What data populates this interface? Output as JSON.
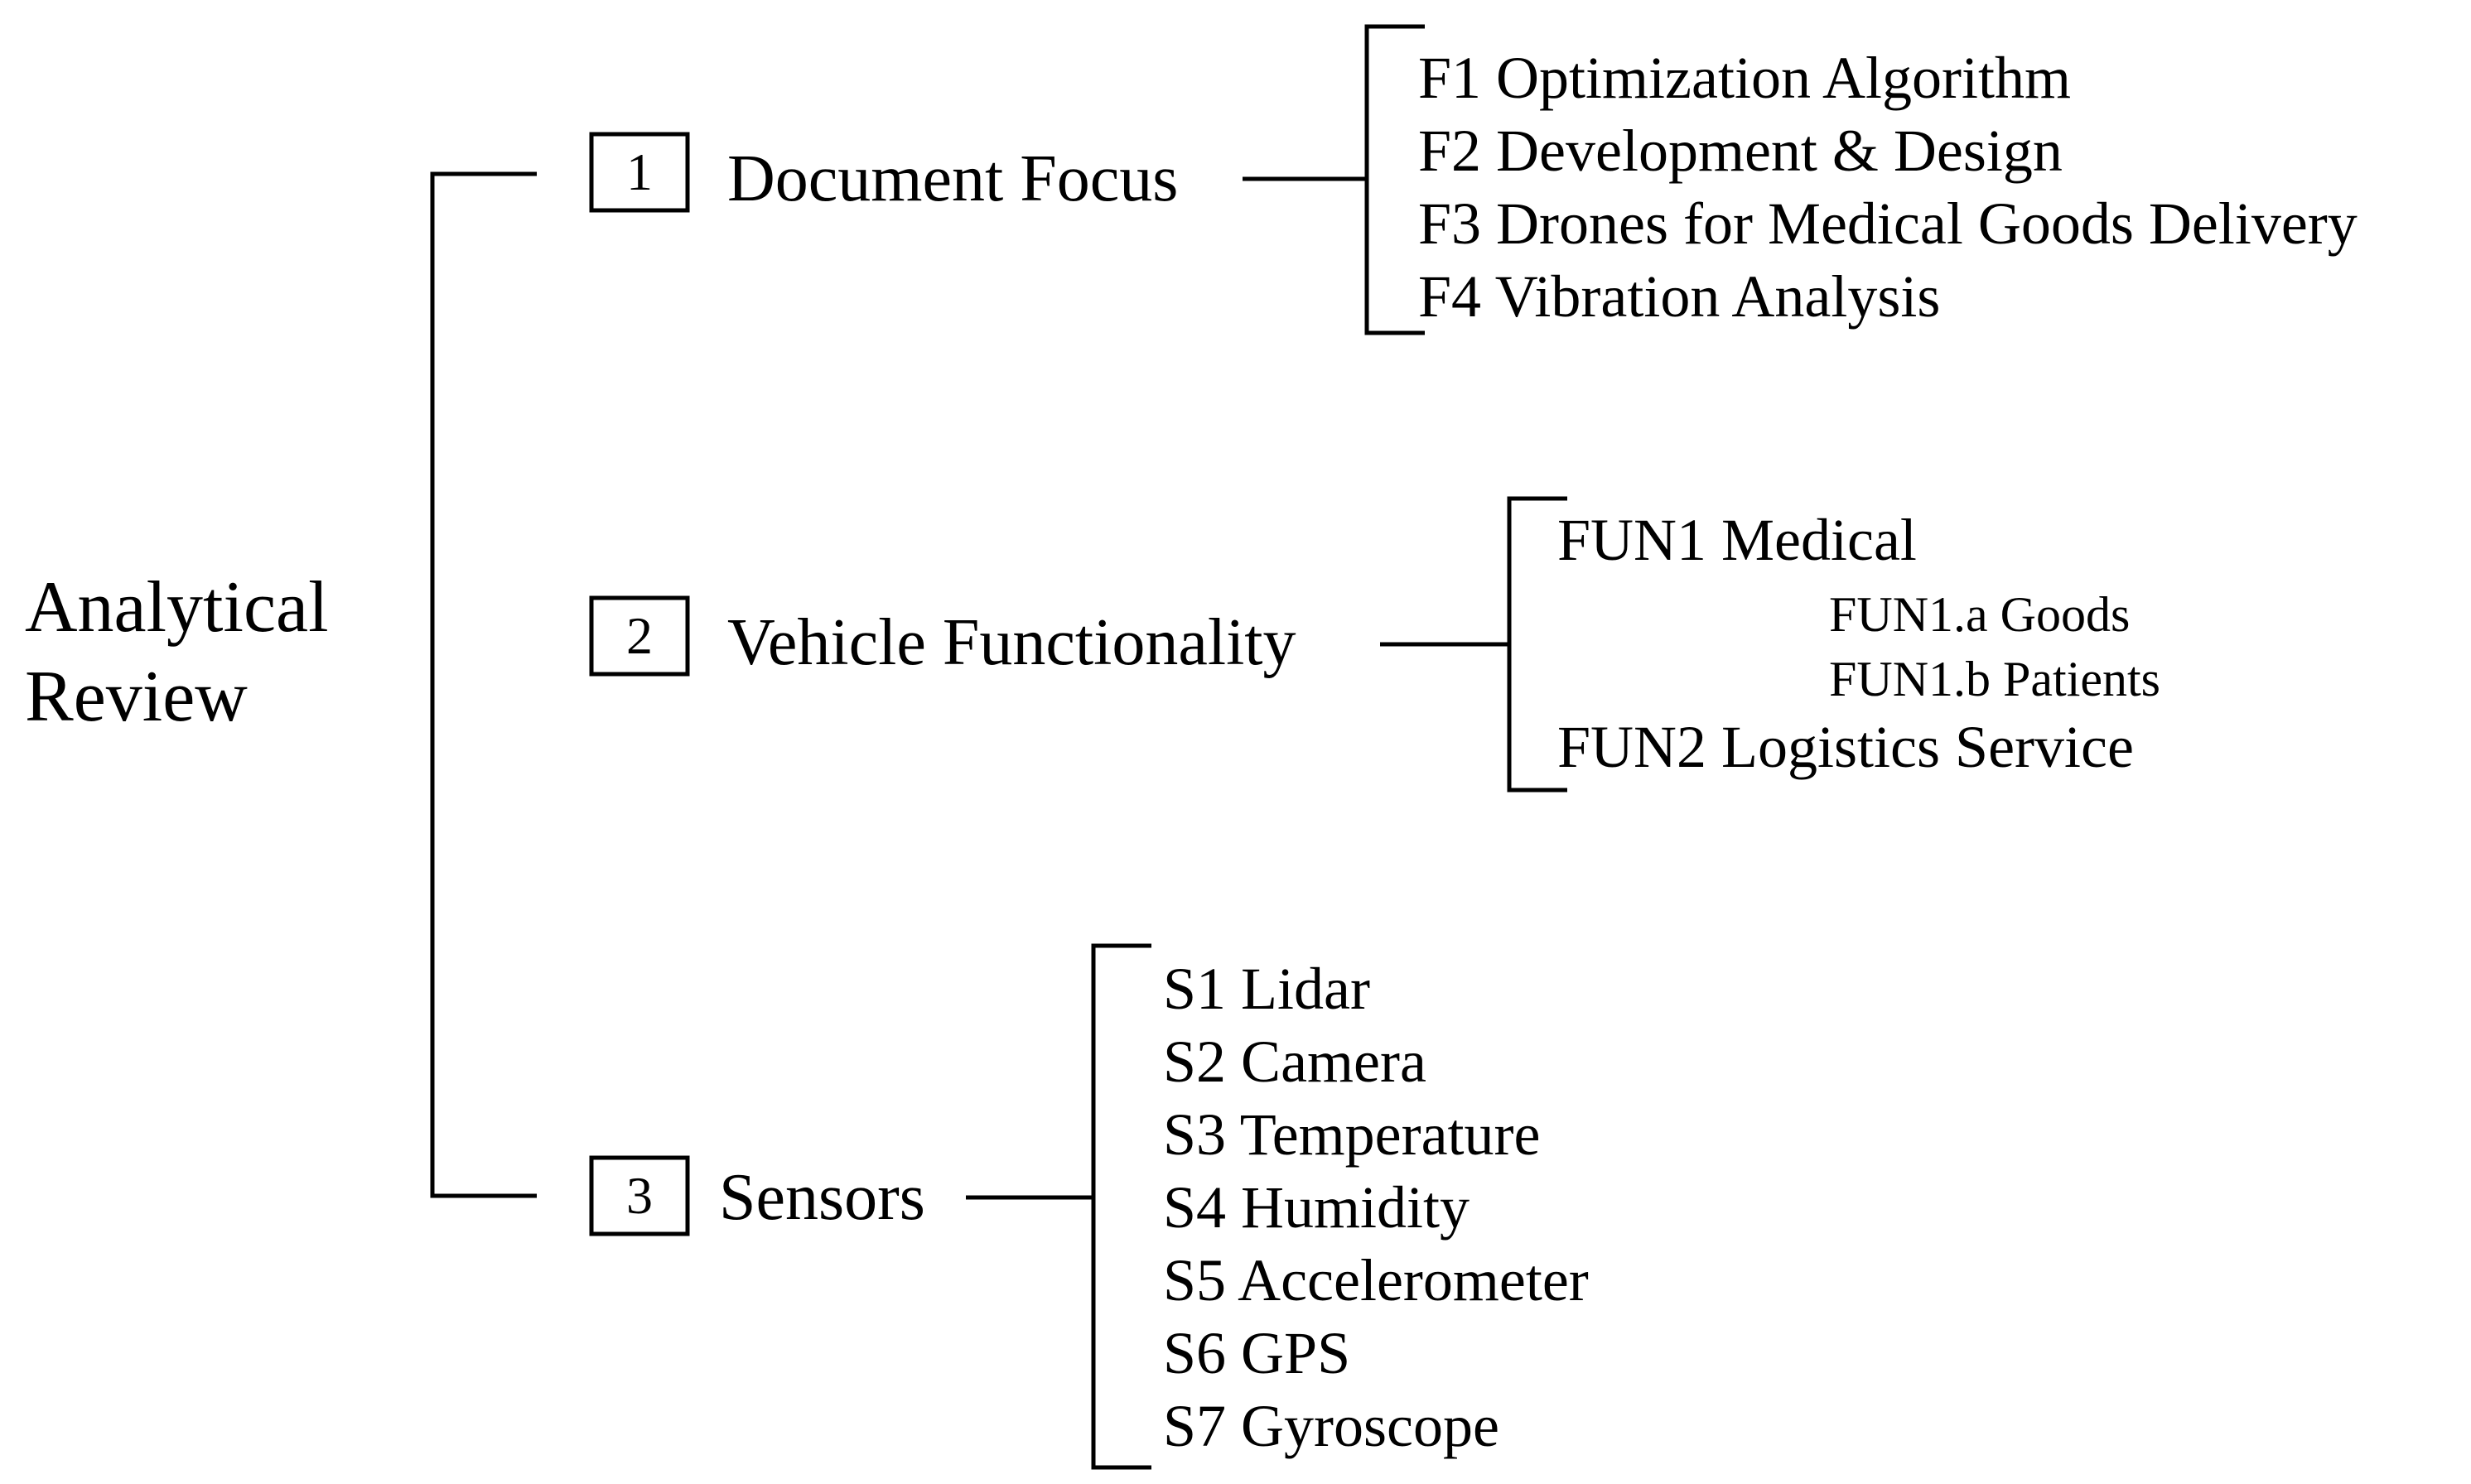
{
  "root": {
    "line1": "Analytical",
    "line2": "Review"
  },
  "branches": [
    {
      "number": "1",
      "label": "Document Focus",
      "items": [
        "F1 Optimization Algorithm",
        "F2 Development & Design",
        "F3 Drones for Medical Goods Delivery",
        "F4 Vibration Analysis"
      ]
    },
    {
      "number": "2",
      "label": "Vehicle Functionality",
      "items": [
        "FUN1 Medical",
        "FUN1.a Goods",
        "FUN1.b Patients",
        "FUN2 Logistics Service"
      ]
    },
    {
      "number": "3",
      "label": "Sensors",
      "items": [
        "S1 Lidar",
        "S2 Camera",
        "S3 Temperature",
        "S4 Humidity",
        "S5 Accelerometer",
        "S6 GPS",
        "S7 Gyroscope"
      ]
    }
  ]
}
